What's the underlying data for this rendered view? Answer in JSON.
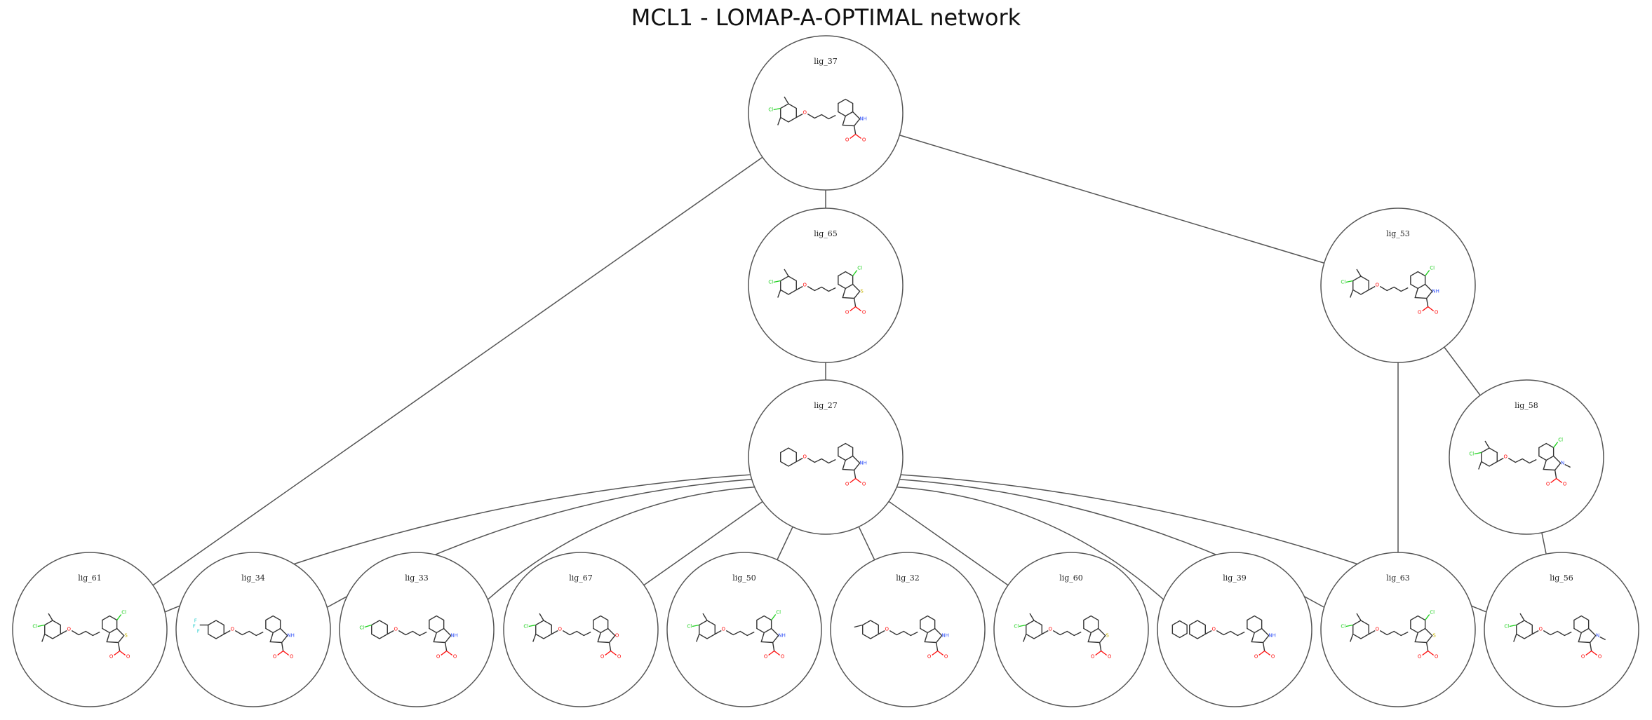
{
  "title": "MCL1 - LOMAP-A-OPTIMAL network",
  "colors": {
    "edge": "#555555",
    "carbon": "#333333",
    "oxygen": "#ff0d0d",
    "nitrogen": "#3050f8",
    "chlorine": "#1fd01f",
    "sulfur": "#c8b400",
    "fluorine": "#30d0d0"
  },
  "nodes": [
    {
      "id": "lig_37",
      "label": "lig_37",
      "left": "dmcl",
      "core": "indole",
      "sub": ""
    },
    {
      "id": "lig_65",
      "label": "lig_65",
      "left": "dmcl",
      "core": "benzothiophene",
      "sub": "Cl"
    },
    {
      "id": "lig_53",
      "label": "lig_53",
      "left": "dmcl",
      "core": "indole",
      "sub": "Cl"
    },
    {
      "id": "lig_27",
      "label": "lig_27",
      "left": "phenyl",
      "core": "indole",
      "sub": ""
    },
    {
      "id": "lig_58",
      "label": "lig_58",
      "left": "dmcl",
      "core": "nmeindole",
      "sub": "Cl"
    },
    {
      "id": "lig_61",
      "label": "lig_61",
      "left": "dmcl",
      "core": "benzothiophene",
      "sub": "Cl"
    },
    {
      "id": "lig_34",
      "label": "lig_34",
      "left": "cf3",
      "core": "indole",
      "sub": ""
    },
    {
      "id": "lig_33",
      "label": "lig_33",
      "left": "clphenyl",
      "core": "indole",
      "sub": ""
    },
    {
      "id": "lig_67",
      "label": "lig_67",
      "left": "dmcl",
      "core": "benzofuran",
      "sub": ""
    },
    {
      "id": "lig_50",
      "label": "lig_50",
      "left": "dmcl",
      "core": "indole",
      "sub": "Cl"
    },
    {
      "id": "lig_32",
      "label": "lig_32",
      "left": "tolyl",
      "core": "indole",
      "sub": ""
    },
    {
      "id": "lig_60",
      "label": "lig_60",
      "left": "dmcl",
      "core": "benzothiophene",
      "sub": ""
    },
    {
      "id": "lig_39",
      "label": "lig_39",
      "left": "biphenyl",
      "core": "indole",
      "sub": ""
    },
    {
      "id": "lig_63",
      "label": "lig_63",
      "left": "dmcl",
      "core": "benzothiophene",
      "sub": "Cl"
    },
    {
      "id": "lig_56",
      "label": "lig_56",
      "left": "dmcl",
      "core": "nmeindole",
      "sub": ""
    }
  ],
  "edges": [
    [
      "lig_37",
      "lig_65"
    ],
    [
      "lig_37",
      "lig_53"
    ],
    [
      "lig_37",
      "lig_61"
    ],
    [
      "lig_65",
      "lig_27"
    ],
    [
      "lig_53",
      "lig_58"
    ],
    [
      "lig_53",
      "lig_63"
    ],
    [
      "lig_58",
      "lig_56"
    ],
    [
      "lig_27",
      "lig_61"
    ],
    [
      "lig_27",
      "lig_34"
    ],
    [
      "lig_27",
      "lig_33"
    ],
    [
      "lig_27",
      "lig_67"
    ],
    [
      "lig_27",
      "lig_50"
    ],
    [
      "lig_27",
      "lig_32"
    ],
    [
      "lig_27",
      "lig_60"
    ],
    [
      "lig_27",
      "lig_39"
    ],
    [
      "lig_27",
      "lig_63"
    ],
    [
      "lig_27",
      "lig_56"
    ]
  ]
}
